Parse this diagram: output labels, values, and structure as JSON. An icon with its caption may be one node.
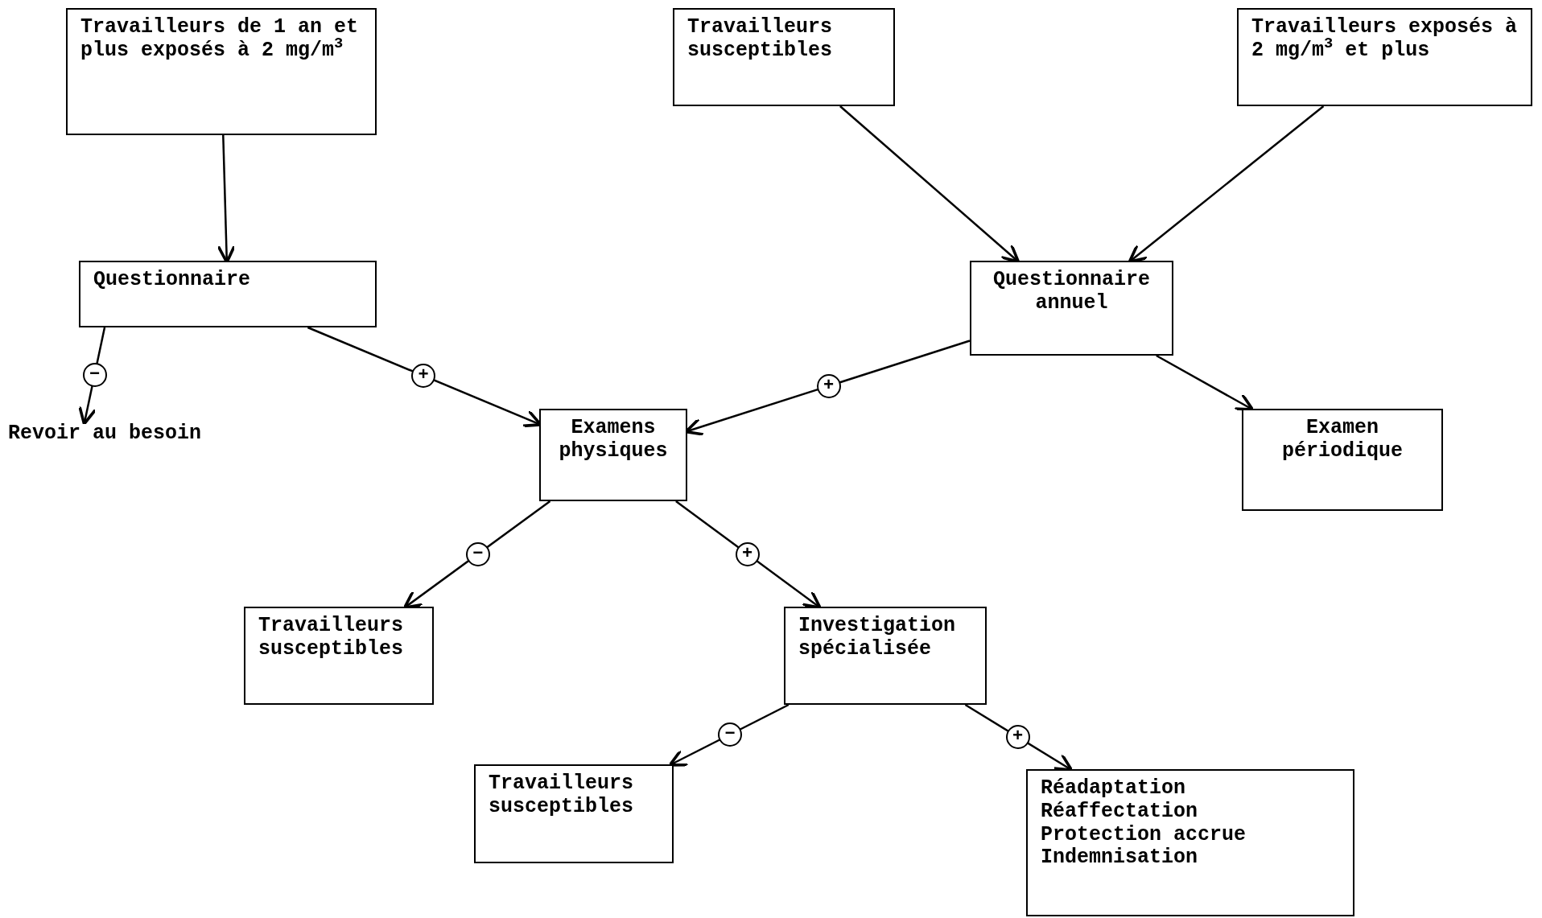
{
  "diagram": {
    "nodes": [
      {
        "text": [
          "Travailleurs de 1 an et plus exposés à 2 mg/m$^{3}$"
        ]
      },
      {
        "text": [
          "Travailleurs susceptibles"
        ]
      },
      {
        "text": [
          "Travailleurs exposés à 2 mg/m$^{3}$ et plus"
        ]
      },
      {
        "text": [
          "Questionnaire"
        ]
      },
      {
        "text": [
          "Questionnaire annuel"
        ]
      },
      {
        "text": [
          "Revoir au besoin"
        ]
      },
      {
        "text": [
          "Examens physiques"
        ]
      },
      {
        "text": [
          "Examen périodique"
        ]
      },
      {
        "text": [
          "Travailleurs susceptibles"
        ]
      },
      {
        "text": [
          "Investigation spécialisée"
        ]
      },
      {
        "text": [
          "Travailleurs susceptibles"
        ]
      },
      {
        "text": [
          "Réadaptation",
          "Réaffectation",
          "Protection accrue",
          "Indemnisation"
        ]
      }
    ],
    "edges": [
      {
        "from": 0,
        "to": 3,
        "arrow": "to"
      },
      {
        "from": 1,
        "to": 4,
        "arrow": "to"
      },
      {
        "from": 2,
        "to": 4,
        "arrow": "to"
      },
      {
        "from": 3,
        "to": 5,
        "arrow": "to",
        "label": "−"
      },
      {
        "from": 3,
        "to": 6,
        "arrow": "to",
        "label": "+"
      },
      {
        "from": 4,
        "to": 6,
        "arrow": "to",
        "label": "+"
      },
      {
        "from": 4,
        "to": 7,
        "arrow": "to"
      },
      {
        "from": 6,
        "to": 8,
        "arrow": "to",
        "label": "−"
      },
      {
        "from": 6,
        "to": 9,
        "arrow": "to",
        "label": "+"
      },
      {
        "from": 9,
        "to": 10,
        "arrow": "to",
        "label": "−"
      },
      {
        "from": 9,
        "to": 11,
        "arrow": "to",
        "label": "+"
      }
    ]
  }
}
